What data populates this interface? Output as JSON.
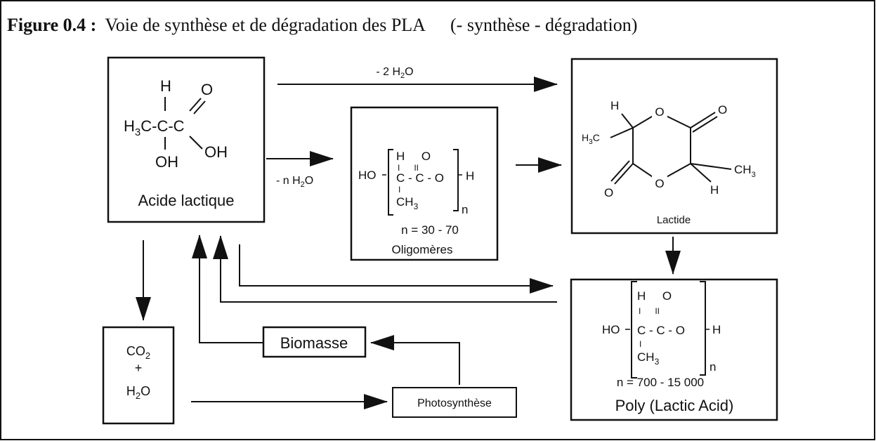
{
  "caption": {
    "label": "Figure 0.4 :",
    "text": "Voie de synthèse et de dégradation des PLA",
    "legend": "(- synthèse    - dégradation)"
  },
  "nodes": {
    "acide_lactique": {
      "label": "Acide lactique",
      "formula": {
        "h": "H",
        "o": "O",
        "h3c": "H",
        "three": "3",
        "chain": "C-C-C",
        "bar": "I",
        "oh_bottom": "OH",
        "oh_right": "OH"
      }
    },
    "oligomeres": {
      "label": "Oligomères",
      "range": "n = 30 - 70",
      "formula": {
        "top": "H     O",
        "bars": "I      II",
        "middle": "C - C - O",
        "ho": "HO",
        "h_right": "H",
        "bar2": "I",
        "ch3": "CH",
        "sub3": "3",
        "n": "n"
      }
    },
    "lactide": {
      "label": "Lactide",
      "formula": {
        "h_top": "H",
        "h3c": "H",
        "h3c_sub": "3",
        "h3c_c": "C",
        "o_ring_top": "O",
        "o_top_right": "O",
        "o_bottom_left": "O",
        "o_ring_bottom": "O",
        "ch3": "CH",
        "ch3_sub": "3",
        "h_bottom": "H"
      }
    },
    "pla": {
      "label": "Poly (Lactic Acid)",
      "range": "n = 700 - 15 000",
      "formula": {
        "top": "H     O",
        "bars": "I      II",
        "middle": "C - C - O",
        "ho": "HO",
        "h_right": "H",
        "bar2": "I",
        "ch3": "CH",
        "sub3": "3",
        "n": "n"
      }
    },
    "co2": {
      "co": "CO",
      "sub2": "2",
      "plus": "+",
      "h": "H",
      "h_sub2": "2",
      "o": "O"
    },
    "biomasse": {
      "label": "Biomasse"
    },
    "photosynthese": {
      "label": "Photosynthèse"
    }
  },
  "edges": {
    "minus_2h2o": {
      "prefix": "- 2 H",
      "sub": "2",
      "suffix": "O"
    },
    "minus_nh2o": {
      "prefix": "- n H",
      "sub": "2",
      "suffix": "O"
    }
  }
}
